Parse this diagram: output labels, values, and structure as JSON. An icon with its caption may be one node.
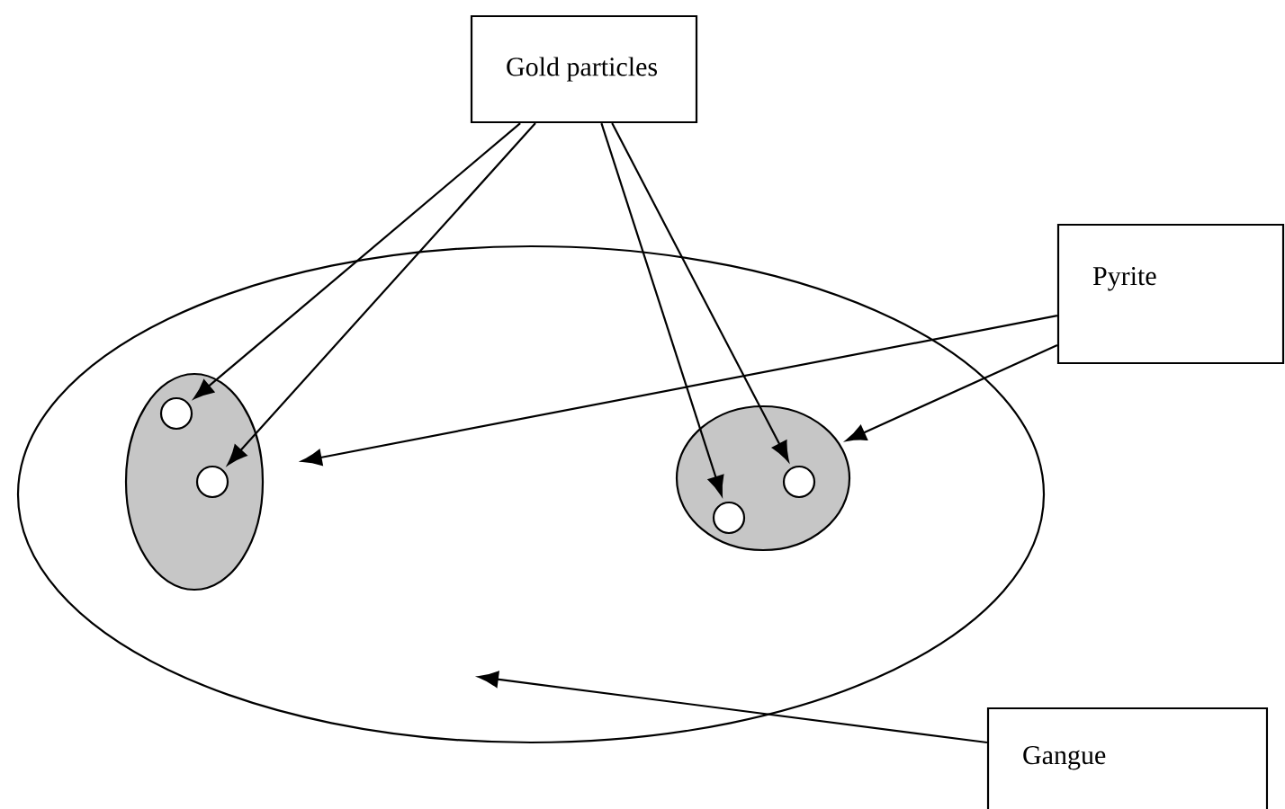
{
  "diagram": {
    "nodes": [
      {
        "text": [
          "Gold particles"
        ]
      },
      {
        "text": [
          "Pyrite"
        ]
      },
      {
        "text": [
          "Gangue"
        ]
      },
      {
        "text": [],
        "shape": "ellipse"
      },
      {
        "text": [],
        "shape": "ellipse",
        "in": 3
      },
      {
        "text": [],
        "shape": "ellipse",
        "in": 3
      },
      {
        "text": [],
        "shape": "circle",
        "in": 4
      },
      {
        "text": [],
        "shape": "circle",
        "in": 4
      },
      {
        "text": [],
        "shape": "circle",
        "in": 5
      },
      {
        "text": [],
        "shape": "circle",
        "in": 5
      }
    ],
    "edges": [
      {
        "from": 0,
        "to": 6,
        "arrow": "to"
      },
      {
        "from": 0,
        "to": 7,
        "arrow": "to"
      },
      {
        "from": 0,
        "to": 8,
        "arrow": "to"
      },
      {
        "from": 0,
        "to": 9,
        "arrow": "to"
      },
      {
        "from": 1,
        "to": 4,
        "arrow": "to"
      },
      {
        "from": 1,
        "to": 5,
        "arrow": "to"
      },
      {
        "from": 2,
        "to": null,
        "arrow": "to"
      }
    ]
  }
}
